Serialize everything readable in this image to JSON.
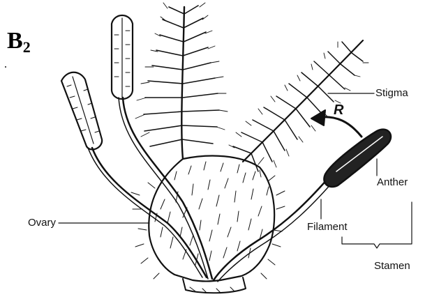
{
  "figure": {
    "label": "B",
    "label_subscript": "2"
  },
  "labels": {
    "stigma": "Stigma",
    "anther": "Anther",
    "ovary": "Ovary",
    "filament": "Filament",
    "stamen": "Stamen",
    "arrow": "R"
  },
  "colors": {
    "ink": "#111111",
    "background": "#ffffff"
  }
}
